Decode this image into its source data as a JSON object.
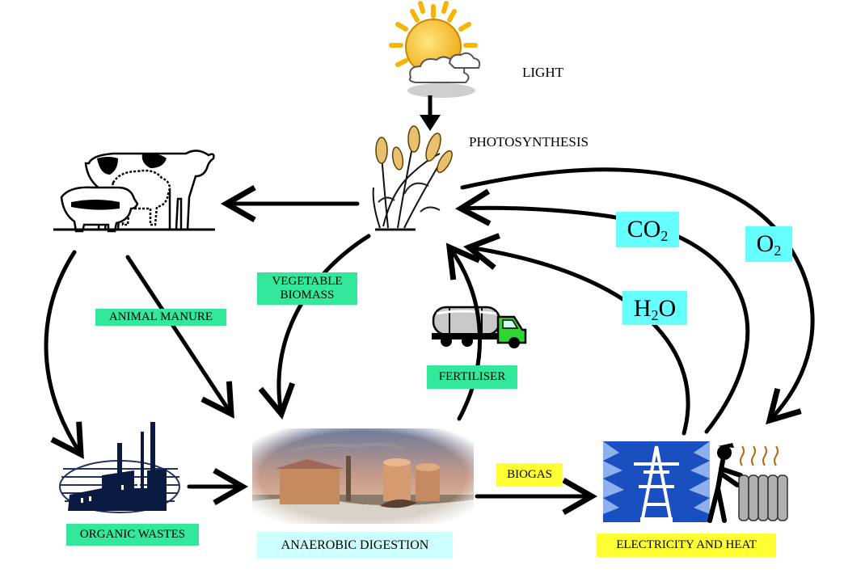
{
  "labels": {
    "light": "LIGHT",
    "photosynthesis": "PHOTOSYNTHESIS",
    "animal_manure": "ANIMAL MANURE",
    "vegetable_biomass_line1": "VEGETABLE",
    "vegetable_biomass_line2": "BIOMASS",
    "fertiliser": "FERTILISER",
    "biogas": "BIOGAS",
    "organic_wastes": "ORGANIC WASTES",
    "anaerobic_digestion": "ANAEROBIC DIGESTION",
    "electricity_and_heat": "ELECTRICITY AND HEAT"
  },
  "gases": {
    "co2": {
      "base": "CO",
      "sub": "2"
    },
    "o2": {
      "base": "O",
      "sub": "2"
    },
    "h2o": {
      "base": "H",
      "sub": "2",
      "tail": "O"
    }
  },
  "icons": [
    "sun-cloud-icon",
    "wheat-plant-icon",
    "livestock-icon",
    "tanker-truck-icon",
    "factory-icon",
    "biogas-plant-photo",
    "power-pylon-icon",
    "person-radiator-icon"
  ],
  "colors": {
    "green_label": "#33e89a",
    "yellow_label": "#ffff33",
    "light_blue_label": "#ccffff",
    "gas_box": "#66ffff"
  }
}
